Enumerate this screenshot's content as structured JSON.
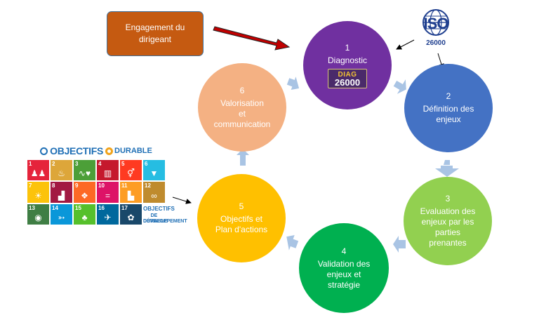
{
  "engagement": {
    "label": "Engagement du\ndirigeant",
    "color": "#c55a11"
  },
  "iso_logo": {
    "word": "ISO",
    "code": "26000"
  },
  "steps": [
    {
      "number": "1",
      "label": "Diagnostic",
      "color": "#7030a0",
      "logo": {
        "line1": "DIAG",
        "line2": "26000"
      }
    },
    {
      "number": "2",
      "label": "Définition des\nenjeux",
      "color": "#4472c4"
    },
    {
      "number": "3",
      "label": "Evaluation des\nenjeux par les\nparties\nprenantes",
      "color": "#92d050"
    },
    {
      "number": "4",
      "label": "Validation des\nenjeux et\nstratégie",
      "color": "#00b050"
    },
    {
      "number": "5",
      "label": "Objectifs et\nPlan d'actions",
      "color": "#ffc000"
    },
    {
      "number": "6",
      "label": "Valorisation\net\ncommunication",
      "color": "#f4b183"
    }
  ],
  "odd_logo": {
    "title_a": "OBJECTIFS",
    "title_b": "DURABLE",
    "brand_a": "OBJECTIFS",
    "brand_b": "DE DÉVELOPPEMENT",
    "brand_c": "DURABLE",
    "tiles": [
      {
        "n": "1",
        "color": "#e5243b",
        "icon": "family-icon"
      },
      {
        "n": "2",
        "color": "#dda63a",
        "icon": "bowl-icon"
      },
      {
        "n": "3",
        "color": "#4c9f38",
        "icon": "heartbeat-icon"
      },
      {
        "n": "4",
        "color": "#c5192d",
        "icon": "book-icon"
      },
      {
        "n": "5",
        "color": "#ff3a21",
        "icon": "gender-icon"
      },
      {
        "n": "6",
        "color": "#26bde2",
        "icon": "water-drop-icon"
      },
      {
        "n": "7",
        "color": "#fcc30b",
        "icon": "sun-icon"
      },
      {
        "n": "8",
        "color": "#a21942",
        "icon": "growth-chart-icon"
      },
      {
        "n": "9",
        "color": "#fd6925",
        "icon": "cubes-icon"
      },
      {
        "n": "10",
        "color": "#dd1367",
        "icon": "equal-icon"
      },
      {
        "n": "11",
        "color": "#fd9d24",
        "icon": "buildings-icon"
      },
      {
        "n": "12",
        "color": "#bf8b2e",
        "icon": "infinity-icon"
      },
      {
        "n": "13",
        "color": "#3f7e44",
        "icon": "eye-globe-icon"
      },
      {
        "n": "14",
        "color": "#0a97d9",
        "icon": "fish-icon"
      },
      {
        "n": "15",
        "color": "#56c02b",
        "icon": "tree-icon"
      },
      {
        "n": "16",
        "color": "#00689d",
        "icon": "dove-icon"
      },
      {
        "n": "17",
        "color": "#19486a",
        "icon": "flower-icon"
      }
    ]
  }
}
